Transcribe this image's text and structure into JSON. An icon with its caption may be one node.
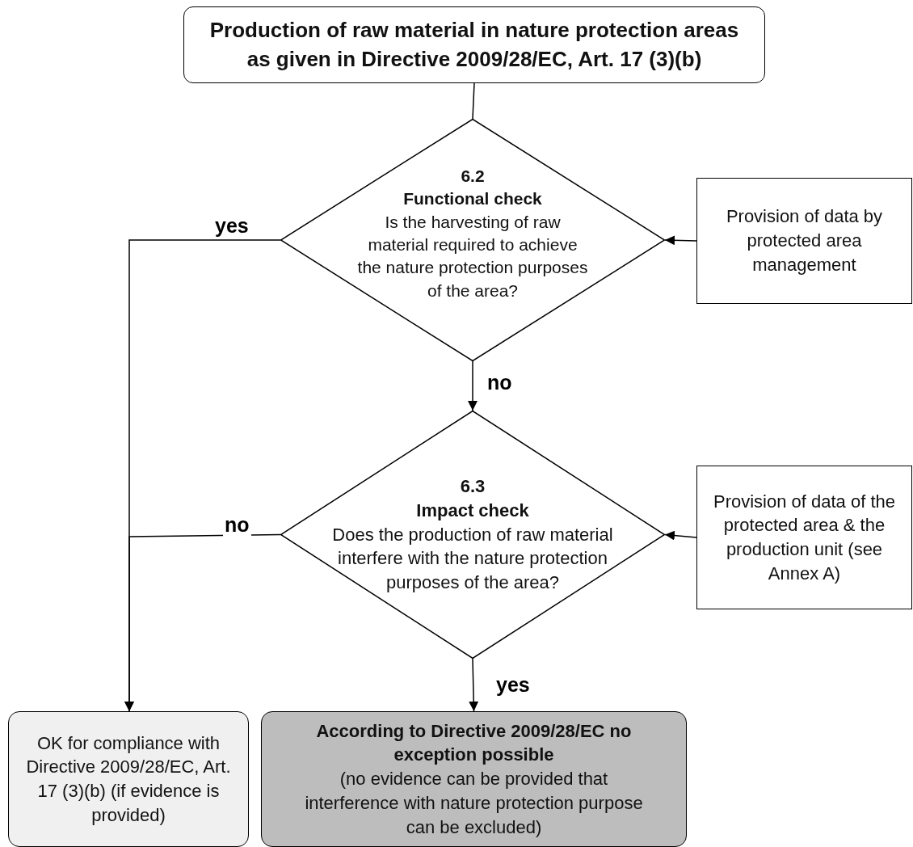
{
  "diagram": {
    "nodes": [
      {
        "text": [
          "Production of raw material in nature protection areas as given in Directive 2009/28/EC, Art. 17 (3)(b)"
        ]
      },
      {
        "text": [
          "6.2",
          "Functional check",
          "Is the harvesting of raw material required to achieve the nature protection purposes of the area?"
        ]
      },
      {
        "text": [
          "Provision of data by protected area management"
        ]
      },
      {
        "text": [
          "6.3",
          "Impact check",
          "Does the production of raw material interfere with the nature protection purposes of the area?"
        ]
      },
      {
        "text": [
          "Provision of data of the protected area & the production unit (see Annex A)"
        ]
      },
      {
        "text": [
          "OK for compliance with Directive 2009/28/EC, Art. 17 (3)(b) (if evidence is provided)"
        ]
      },
      {
        "text": [
          "According to Directive 2009/28/EC no exception possible",
          "(no evidence can be provided that interference with nature protection purpose can be excluded)"
        ]
      }
    ],
    "edges": [
      {
        "from": 0,
        "to": 1,
        "arrow": "none"
      },
      {
        "from": 1,
        "to": 5,
        "arrow": "to",
        "label": "yes"
      },
      {
        "from": 2,
        "to": 1,
        "arrow": "to"
      },
      {
        "from": 1,
        "to": 3,
        "arrow": "to",
        "label": "no"
      },
      {
        "from": 4,
        "to": 3,
        "arrow": "to"
      },
      {
        "from": 3,
        "to": 5,
        "arrow": "to",
        "label": "no"
      },
      {
        "from": 3,
        "to": 6,
        "arrow": "to",
        "label": "yes"
      }
    ]
  }
}
